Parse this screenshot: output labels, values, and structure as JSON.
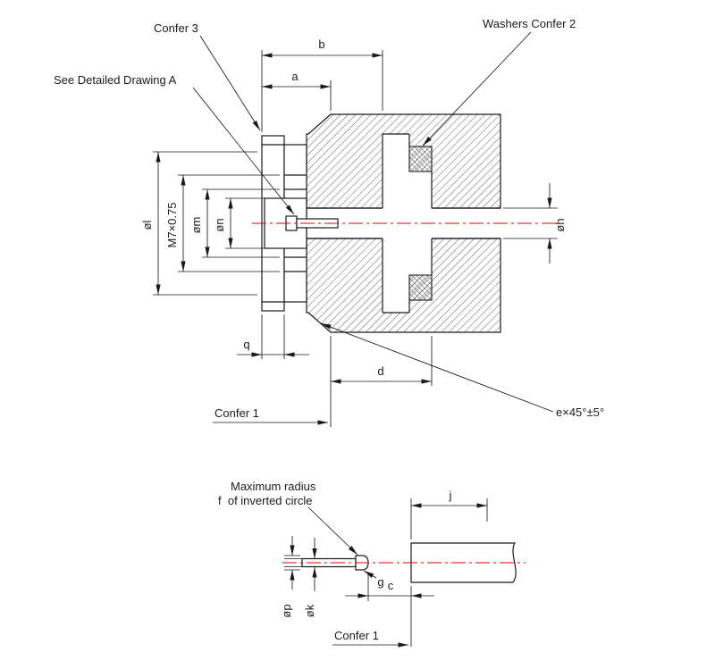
{
  "colors": {
    "line": "#1a1a1a",
    "centerline": "#e60000",
    "background": "#ffffff"
  },
  "main": {
    "callout_confer3": "Confer 3",
    "callout_washers": "Washers Confer 2",
    "callout_detail": "See Detailed Drawing A",
    "callout_confer1": "Confer 1",
    "callout_chamfer": "e×45°±5°",
    "dim_a": "a",
    "dim_b": "b",
    "dim_d": "d",
    "dim_q": "q",
    "dim_dia_l": "øl",
    "dim_thread": "M7×0.75",
    "dim_dia_m": "øm",
    "dim_dia_n": "øn",
    "dim_dia_h": "øh"
  },
  "detail": {
    "callout_radius_line1": "Maximum radius",
    "callout_radius_line2": "f  of inverted circle",
    "callout_confer1": "Confer 1",
    "dim_j": "j",
    "dim_c": "c",
    "dim_g": "g",
    "dim_dia_p": "øp",
    "dim_dia_k": "øk"
  }
}
